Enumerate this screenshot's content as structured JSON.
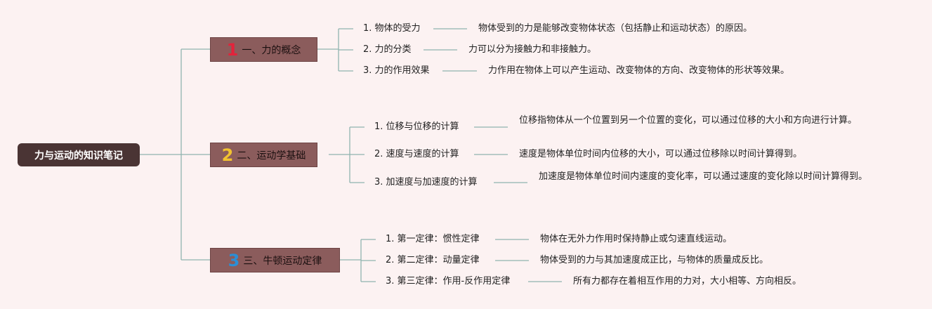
{
  "root": {
    "label": "力与运动的知识笔记"
  },
  "branches": [
    {
      "number": "1",
      "number_color": "#e3233b",
      "label": "一、力的概念",
      "items": [
        {
          "title": "1. 物体的受力",
          "desc": "物体受到的力是能够改变物体状态（包括静止和运动状态）的原因。"
        },
        {
          "title": "2. 力的分类",
          "desc": "力可以分为接触力和非接触力。"
        },
        {
          "title": "3. 力的作用效果",
          "desc": "力作用在物体上可以产生运动、改变物体的方向、改变物体的形状等效果。"
        }
      ]
    },
    {
      "number": "2",
      "number_color": "#f2c230",
      "label": "二、运动学基础",
      "items": [
        {
          "title": "1. 位移与位移的计算",
          "desc": "位移指物体从一个位置到另一个位置的变化，可以通过位移的大小和方向进行计算。"
        },
        {
          "title": "2. 速度与速度的计算",
          "desc": "速度是物体单位时间内位移的大小，可以通过位移除以时间计算得到。"
        },
        {
          "title": "3. 加速度与加速度的计算",
          "desc": "加速度是物体单位时间内速度的变化率，可以通过速度的变化除以时间计算得到。"
        }
      ]
    },
    {
      "number": "3",
      "number_color": "#2b8fd6",
      "label": "三、牛顿运动定律",
      "items": [
        {
          "title": "1. 第一定律：惯性定律",
          "desc": "物体在无外力作用时保持静止或匀速直线运动。"
        },
        {
          "title": "2. 第二定律：动量定律",
          "desc": "物体受到的力与其加速度成正比，与物体的质量成反比。"
        },
        {
          "title": "3. 第三定律：作用-反作用定律",
          "desc": "所有力都存在着相互作用的力对，大小相等、方向相反。"
        }
      ]
    }
  ],
  "colors": {
    "line": "#8fb4b0",
    "branch_fill": "#8b5c5c",
    "root_fill": "#4a3434"
  }
}
